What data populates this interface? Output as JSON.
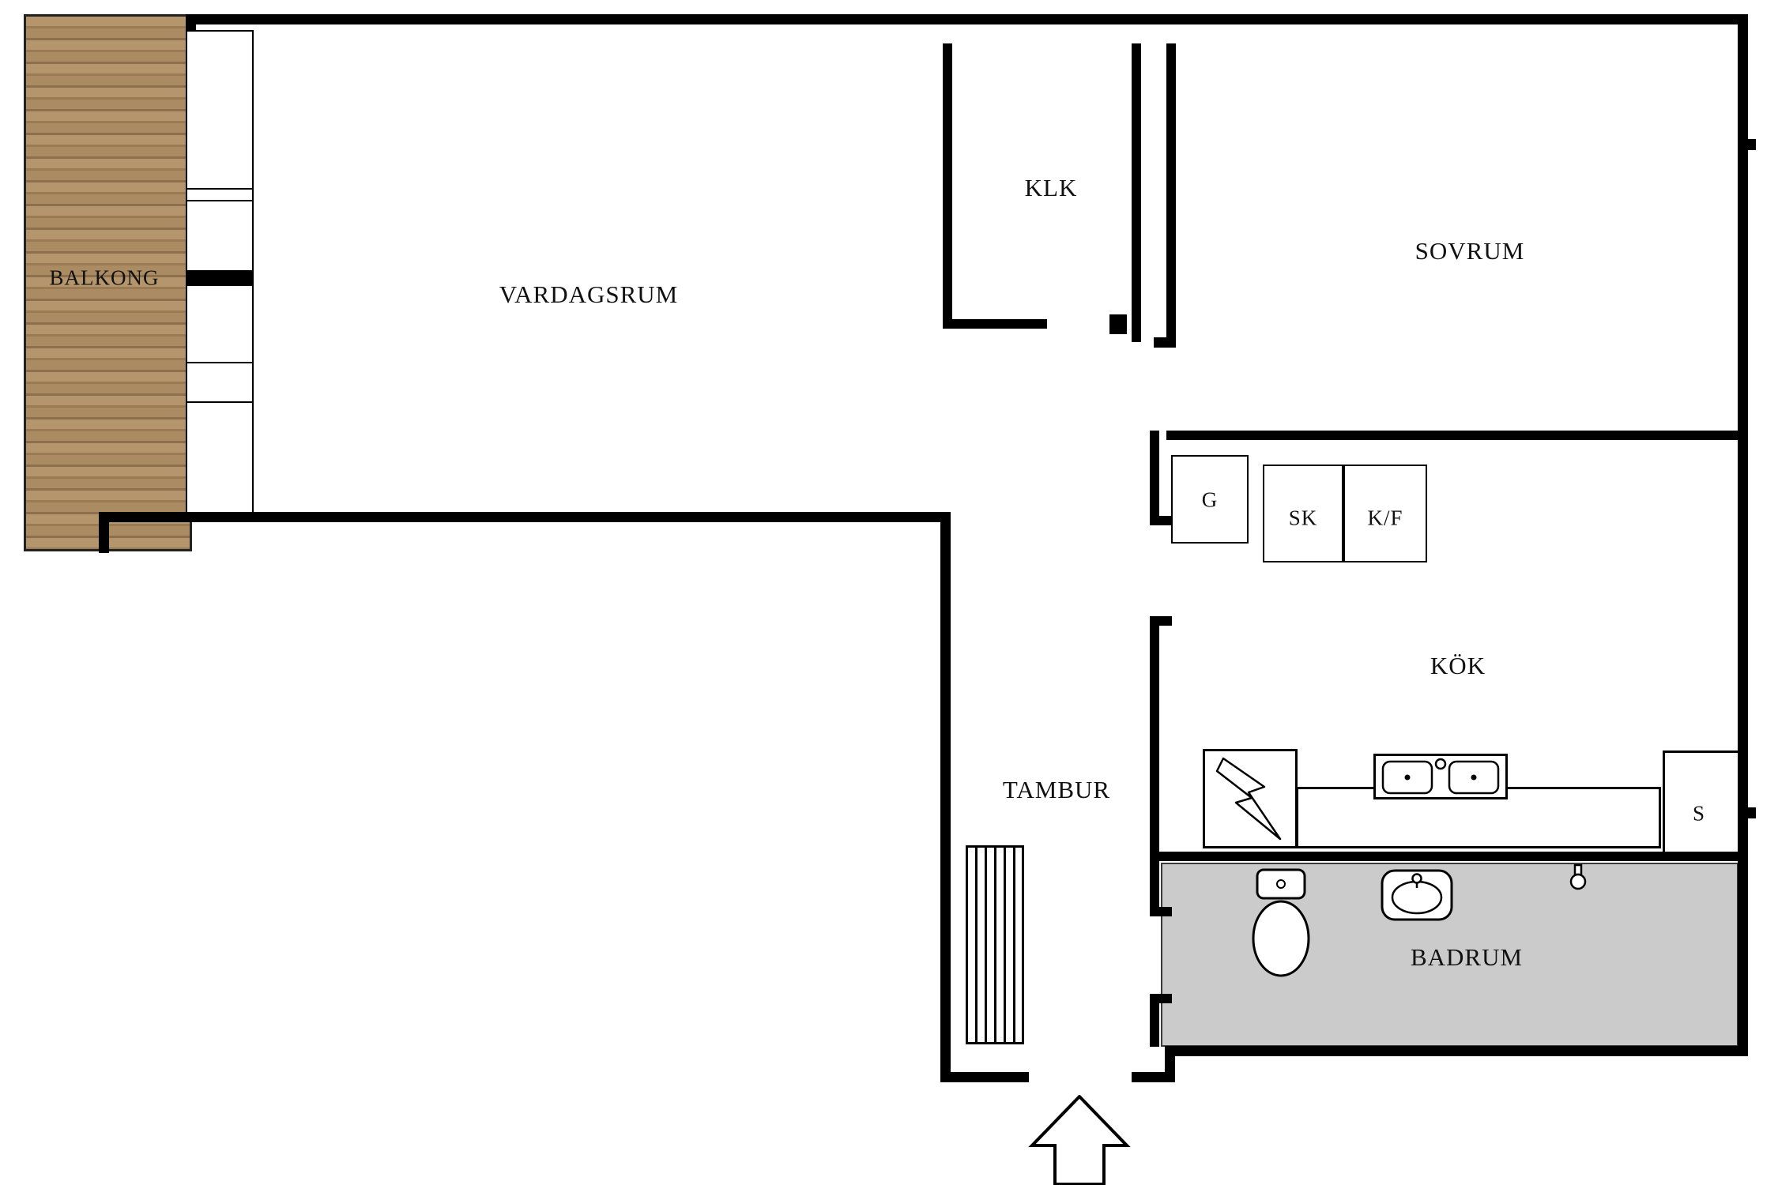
{
  "rooms": {
    "balkong": {
      "label": "BALKONG"
    },
    "vardagsrum": {
      "label": "VARDAGSRUM"
    },
    "klk": {
      "label": "KLK"
    },
    "sovrum": {
      "label": "SOVRUM"
    },
    "g": {
      "label": "G"
    },
    "sk": {
      "label": "SK"
    },
    "kf": {
      "label": "K/F"
    },
    "kok": {
      "label": "KÖK"
    },
    "tambur": {
      "label": "TAMBUR"
    },
    "s": {
      "label": "S"
    },
    "badrum": {
      "label": "BADRUM"
    }
  },
  "colors": {
    "wall": "#000000",
    "balcony_plank_light": "#b5966c",
    "balcony_plank_dark": "#8c6f4c",
    "bathroom_floor": "#cbcbcb",
    "fixture_fill": "#ffffff"
  },
  "fixtures": {
    "stove": "stove-hob",
    "sink": "double-sink",
    "toilet": "toilet",
    "washbasin": "washbasin",
    "valve": "floor-valve",
    "radiator": "radiator",
    "entrance": "entrance-arrow"
  }
}
